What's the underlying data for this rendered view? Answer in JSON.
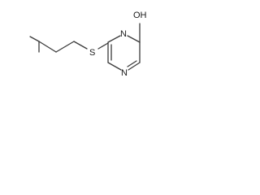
{
  "molecule": {
    "atoms": {
      "hydroxyl": "OH",
      "sulfur": "S",
      "nitrogen_upper": "N",
      "nitrogen_lower": "N"
    },
    "colors": {
      "bond": "#3a3a3a",
      "label": "#1a1a1a",
      "background": "#ffffff"
    }
  }
}
